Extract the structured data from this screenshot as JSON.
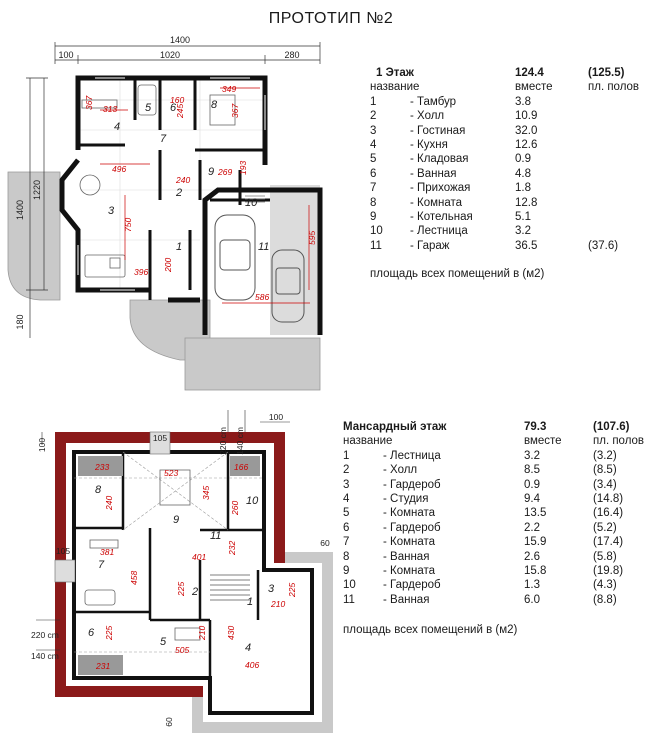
{
  "title": "ПРОТОТИП №2",
  "floor1": {
    "header": {
      "name": "1 Этаж",
      "total": "124.4",
      "total_with": "(125.5)"
    },
    "subheader": {
      "name": "название",
      "with": "вместе",
      "floor": "пл. полов"
    },
    "rooms": [
      {
        "n": "1",
        "name": "- Тамбур",
        "area": "3.8",
        "floor": ""
      },
      {
        "n": "2",
        "name": "- Холл",
        "area": "10.9",
        "floor": ""
      },
      {
        "n": "3",
        "name": "- Гостиная",
        "area": "32.0",
        "floor": ""
      },
      {
        "n": "4",
        "name": "- Кухня",
        "area": "12.6",
        "floor": ""
      },
      {
        "n": "5",
        "name": "- Кладовая",
        "area": "0.9",
        "floor": ""
      },
      {
        "n": "6",
        "name": "- Ванная",
        "area": "4.8",
        "floor": ""
      },
      {
        "n": "7",
        "name": "- Прихожая",
        "area": "1.8",
        "floor": ""
      },
      {
        "n": "8",
        "name": "- Комната",
        "area": "12.8",
        "floor": ""
      },
      {
        "n": "9",
        "name": "- Котельная",
        "area": "5.1",
        "floor": ""
      },
      {
        "n": "10",
        "name": "- Лестница",
        "area": "3.2",
        "floor": ""
      },
      {
        "n": "11",
        "name": "- Гараж",
        "area": "36.5",
        "floor": "(37.6)"
      }
    ],
    "note": "площадь всех помещений в (м2)",
    "dims": {
      "top_total": "1400",
      "top_a": "100",
      "top_b": "1020",
      "top_c": "280",
      "left_a": "1400",
      "left_b": "1220",
      "left_c": "180"
    },
    "plan_labels": {
      "r1": "1",
      "r2": "2",
      "r3": "3",
      "r4": "4",
      "r5": "5",
      "r6": "6",
      "r7": "7",
      "r8": "8",
      "r9": "9",
      "r10": "10",
      "r11": "11",
      "d367a": "367",
      "d313": "313",
      "d160": "160",
      "d245": "245",
      "d349": "349",
      "d367b": "367",
      "d496": "496",
      "d240": "240",
      "d269": "269",
      "d193": "193",
      "d750": "750",
      "d200": "200",
      "d396": "396",
      "d586": "586",
      "d595": "595"
    }
  },
  "floor2": {
    "header": {
      "name": "Мансардный этаж",
      "total": "79.3",
      "total_with": "(107.6)"
    },
    "subheader": {
      "name": "название",
      "with": "вместе",
      "floor": "пл. полов"
    },
    "rooms": [
      {
        "n": "1",
        "name": "- Лестница",
        "area": "3.2",
        "floor": "(3.2)"
      },
      {
        "n": "2",
        "name": "- Холл",
        "area": "8.5",
        "floor": "(8.5)"
      },
      {
        "n": "3",
        "name": "- Гардероб",
        "area": "0.9",
        "floor": "(3.4)"
      },
      {
        "n": "4",
        "name": "- Студия",
        "area": "9.4",
        "floor": "(14.8)"
      },
      {
        "n": "5",
        "name": "- Комната",
        "area": "13.5",
        "floor": "(16.4)"
      },
      {
        "n": "6",
        "name": "- Гардероб",
        "area": "2.2",
        "floor": "(5.2)"
      },
      {
        "n": "7",
        "name": "- Комната",
        "area": "15.9",
        "floor": "(17.4)"
      },
      {
        "n": "8",
        "name": "- Ванная",
        "area": "2.6",
        "floor": "(5.8)"
      },
      {
        "n": "9",
        "name": "- Комната",
        "area": "15.8",
        "floor": "(19.8)"
      },
      {
        "n": "10",
        "name": "- Гардероб",
        "area": "1.3",
        "floor": "(4.3)"
      },
      {
        "n": "11",
        "name": "- Ванная",
        "area": "6.0",
        "floor": "(8.8)"
      }
    ],
    "note": "площадь всех помещений в (м2)",
    "dims": {
      "top_105": "105",
      "top_220": "220 cm",
      "top_140": "140 cm",
      "top_100": "100",
      "left_100": "100",
      "left_105": "105",
      "left_220": "220 cm",
      "left_140": "140 cm",
      "right_60": "60",
      "bottom_60": "60"
    },
    "plan_labels": {
      "r1": "1",
      "r2": "2",
      "r3": "3",
      "r4": "4",
      "r5": "5",
      "r6": "6",
      "r7": "7",
      "r8": "8",
      "r9": "9",
      "r10": "10",
      "r11": "11",
      "d233": "233",
      "d523": "523",
      "d166": "166",
      "d240": "240",
      "d345": "345",
      "d260": "260",
      "d381": "381",
      "d401": "401",
      "d232": "232",
      "d458": "458",
      "d225a": "225",
      "d225b": "225",
      "d210a": "210",
      "d225c": "225",
      "d505": "505",
      "d210b": "210",
      "d430": "430",
      "d406": "406",
      "d231": "231"
    }
  }
}
